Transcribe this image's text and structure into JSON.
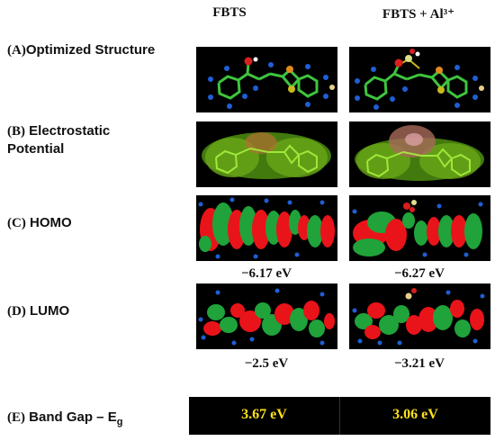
{
  "columns": [
    "FBTS",
    "FBTS + Al³⁺"
  ],
  "rows": [
    {
      "prefix": "(A)",
      "label": "Optimized Structure"
    },
    {
      "prefix": "(B)",
      "label": "Electrostatic Potential"
    },
    {
      "prefix": "(C)",
      "label": "HOMO"
    },
    {
      "prefix": "(D)",
      "label": "LUMO"
    },
    {
      "prefix": "(E)",
      "label": "Band Gap – E",
      "sub": "g"
    }
  ],
  "homo_energies": [
    "−6.17 eV",
    "−6.27 eV"
  ],
  "lumo_energies": [
    "−2.5 eV",
    "−3.21 eV"
  ],
  "band_gaps": [
    "3.67 eV",
    "3.06 eV"
  ],
  "colors": {
    "panel_bg": "#000000",
    "orbital_positive": "#e8141a",
    "orbital_negative": "#1fa33a",
    "bond_green": "#3ec43e",
    "atom_hydrogen": "#1f5fd6",
    "atom_oxygen": "#d81e1e",
    "atom_sulfur": "#c8b81e",
    "band_gap_text": "#ffe119"
  }
}
